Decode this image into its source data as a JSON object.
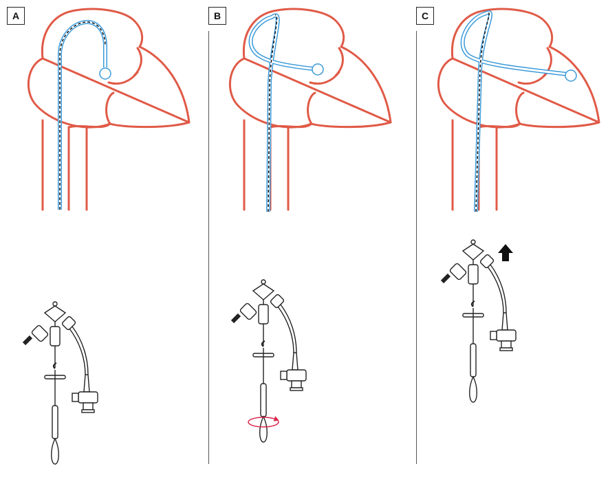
{
  "panels": [
    {
      "label": "A"
    },
    {
      "label": "B"
    },
    {
      "label": "C"
    }
  ],
  "colors": {
    "heart": "#e05a47",
    "catheter": "#3a9ad9",
    "rotation": "#d9264a",
    "device": "#222222"
  }
}
